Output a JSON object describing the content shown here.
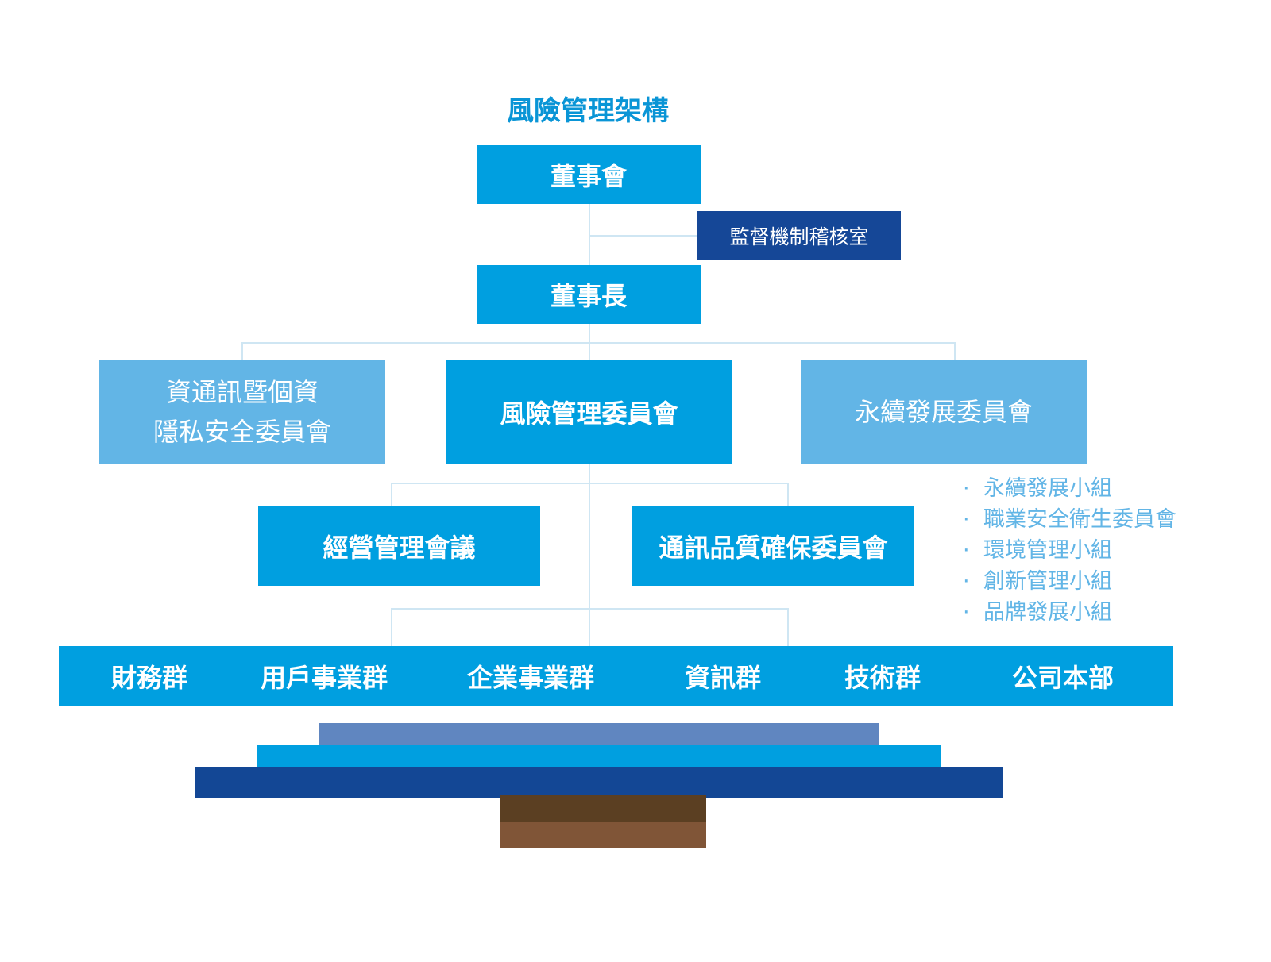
{
  "title": "風險管理架構",
  "board": "董事會",
  "audit_office": "監督機制稽核室",
  "chairman": "董事長",
  "committees": {
    "infosec_line1": "資通訊暨個資",
    "infosec_line2": "隱私安全委員會",
    "risk": "風險管理委員會",
    "sustainability": "永續發展委員會"
  },
  "sub_committees": {
    "management_meeting": "經營管理會議",
    "quality_assurance": "通訊品質確保委員會"
  },
  "sustainability_groups": [
    "永續發展小組",
    "職業安全衛生委員會",
    "環境管理小組",
    "創新管理小組",
    "品牌發展小組"
  ],
  "bullet": "·",
  "departments": [
    "財務群",
    "用戶事業群",
    "企業事業群",
    "資訊群",
    "技術群",
    "公司本部"
  ],
  "colors": {
    "primary": "#009fe0",
    "light": "#62b5e6",
    "navy": "#154797",
    "slate": "#6086c0",
    "brown_dark": "#5b3f22",
    "brown_light": "#805537"
  }
}
